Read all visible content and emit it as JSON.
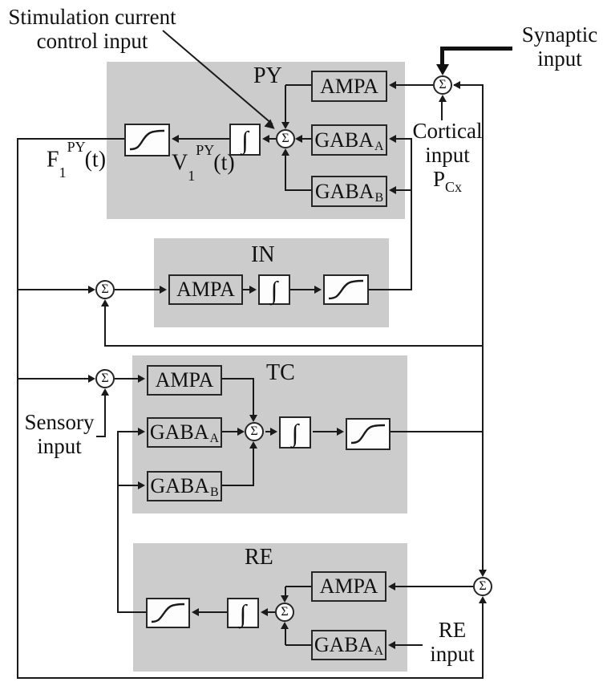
{
  "colors": {
    "block_bg": "#cccccc",
    "line": "#1a1a1a"
  },
  "annotations": {
    "stimulation_line1": "Stimulation current",
    "stimulation_line2": "control input",
    "synaptic_line1": "Synaptic",
    "synaptic_line2": "input",
    "cortical_line1": "Cortical",
    "cortical_line2": "input",
    "cortical_symbol_base": "P",
    "cortical_symbol_sub": "Cx",
    "sensory_line1": "Sensory",
    "sensory_line2": "input",
    "re_input_line1": "RE",
    "re_input_line2": "input",
    "firing_output_base": "F",
    "firing_output_sub": "1",
    "firing_output_sup": "PY",
    "firing_output_arg": "(t)",
    "membrane_potential_base": "V",
    "membrane_potential_sub": "1",
    "membrane_potential_sup": "PY",
    "membrane_potential_arg": "(t)"
  },
  "symbols": {
    "sum": "Σ",
    "integral": "∫"
  },
  "blocks": {
    "py": {
      "title": "PY",
      "ampa": "AMPA",
      "gaba_a_base": "GABA",
      "gaba_a_sub": "A",
      "gaba_b_base": "GABA",
      "gaba_b_sub": "B"
    },
    "in": {
      "title": "IN",
      "ampa": "AMPA"
    },
    "tc": {
      "title": "TC",
      "ampa": "AMPA",
      "gaba_a_base": "GABA",
      "gaba_a_sub": "A",
      "gaba_b_base": "GABA",
      "gaba_b_sub": "B"
    },
    "re": {
      "title": "RE",
      "ampa": "AMPA",
      "gaba_a_base": "GABA",
      "gaba_a_sub": "A"
    }
  }
}
